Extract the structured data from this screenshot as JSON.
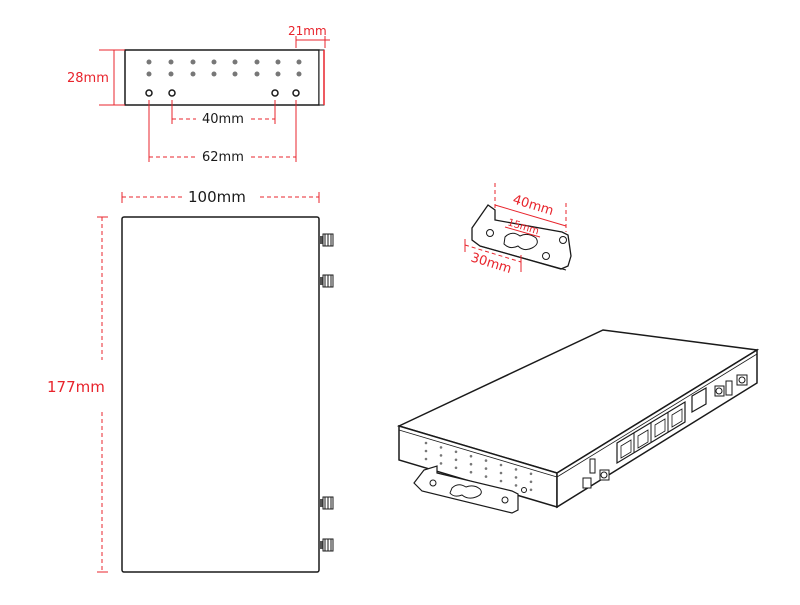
{
  "front_view": {
    "height_label": "28mm",
    "antenna_depth_label": "21mm",
    "hole_spacing_inner": "40mm",
    "hole_spacing_outer": "62mm"
  },
  "top_view": {
    "width_label": "100mm",
    "length_label": "177mm"
  },
  "bracket": {
    "length_label": "40mm",
    "slot_label": "15mm",
    "base_label": "30mm"
  },
  "colors": {
    "dimension": "#e8242c",
    "outline": "#1a1a1a",
    "led": "#777777"
  }
}
